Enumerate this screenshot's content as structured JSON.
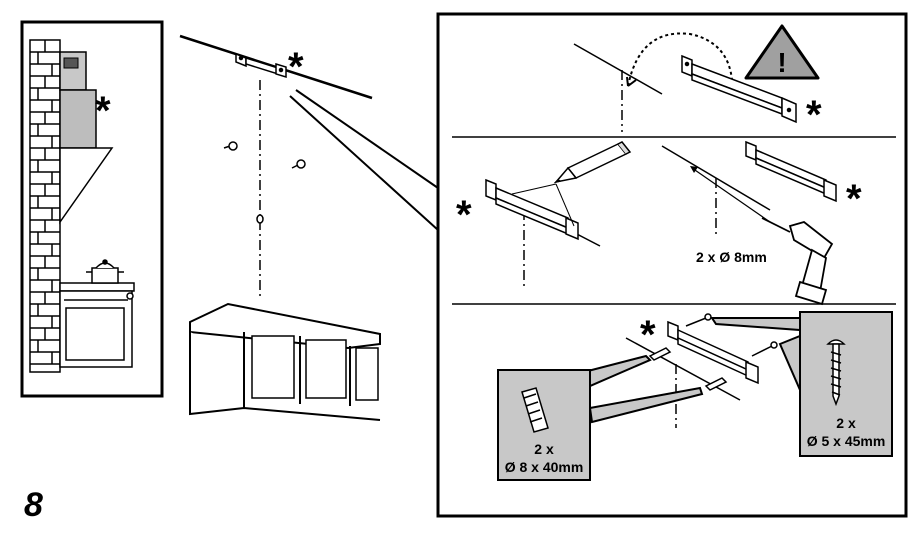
{
  "step": {
    "number": "8"
  },
  "callouts": {
    "drill_size": "2 x Ø 8mm",
    "plug_count": "2 x",
    "plug_size": "Ø 8 x 40mm",
    "screw_count": "2 x",
    "screw_size": "Ø 5 x 45mm"
  },
  "symbols": {
    "asterisk": "*",
    "warning_mark": "!",
    "warning_icon": "warning-triangle-icon"
  },
  "colors": {
    "panel_grey": "#c8c8c8",
    "line": "#000000",
    "background": "#ffffff"
  }
}
